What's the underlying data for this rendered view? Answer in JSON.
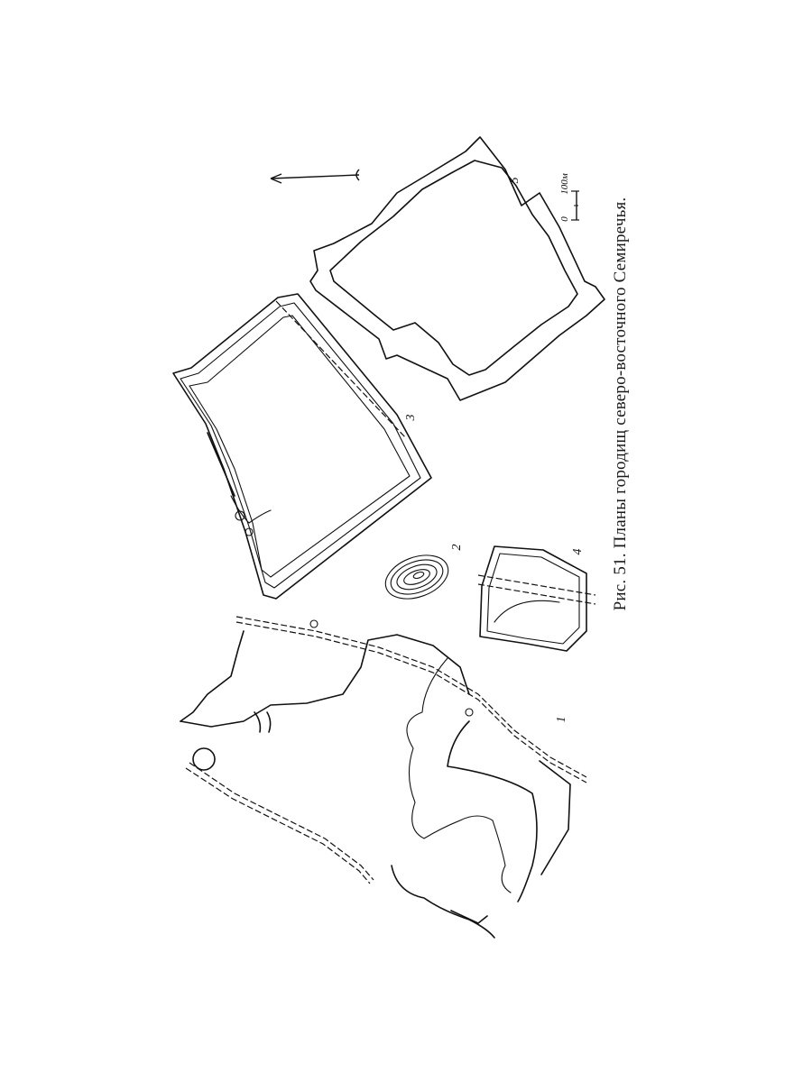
{
  "caption": "Рис. 51. Планы городищ северо-восточного Семиречья.",
  "plan_labels": [
    "1",
    "2",
    "3",
    "4",
    "5"
  ],
  "scale": {
    "zero_label": "0",
    "length_label": "100м"
  }
}
